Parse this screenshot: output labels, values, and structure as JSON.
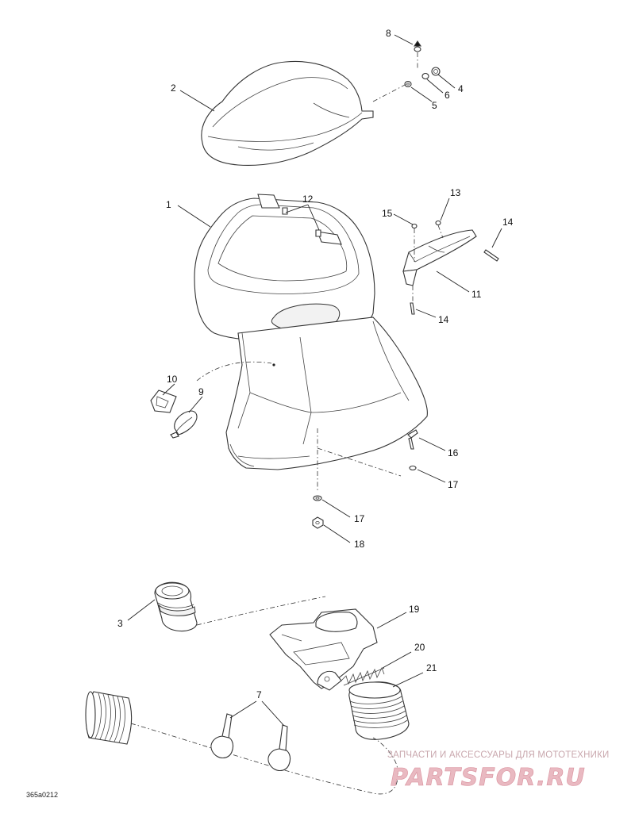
{
  "diagram": {
    "callouts": [
      {
        "id": "c1",
        "text": "1"
      },
      {
        "id": "c2",
        "text": "2"
      },
      {
        "id": "c3",
        "text": "3"
      },
      {
        "id": "c4",
        "text": "4"
      },
      {
        "id": "c5",
        "text": "5"
      },
      {
        "id": "c6",
        "text": "6"
      },
      {
        "id": "c7",
        "text": "7"
      },
      {
        "id": "c8",
        "text": "8"
      },
      {
        "id": "c9",
        "text": "9"
      },
      {
        "id": "c10",
        "text": "10"
      },
      {
        "id": "c11",
        "text": "11"
      },
      {
        "id": "c12",
        "text": "12"
      },
      {
        "id": "c13",
        "text": "13"
      },
      {
        "id": "c14a",
        "text": "14"
      },
      {
        "id": "c14b",
        "text": "14"
      },
      {
        "id": "c15",
        "text": "15"
      },
      {
        "id": "c16",
        "text": "16"
      },
      {
        "id": "c17a",
        "text": "17"
      },
      {
        "id": "c17b",
        "text": "17"
      },
      {
        "id": "c18",
        "text": "18"
      },
      {
        "id": "c19",
        "text": "19"
      },
      {
        "id": "c20",
        "text": "20"
      },
      {
        "id": "c21",
        "text": "21"
      }
    ],
    "drawing_code": "365a0212"
  },
  "watermark": {
    "tagline": "ЗАПЧАСТИ И АКСЕССУАРЫ ДЛЯ МОТОТЕХНИКИ",
    "brand": "PARTSFOR.RU",
    "colors": {
      "text": "#c9a7ad",
      "logo_fill": "#e9b9c1",
      "logo_stroke": "#d98f9c"
    }
  }
}
